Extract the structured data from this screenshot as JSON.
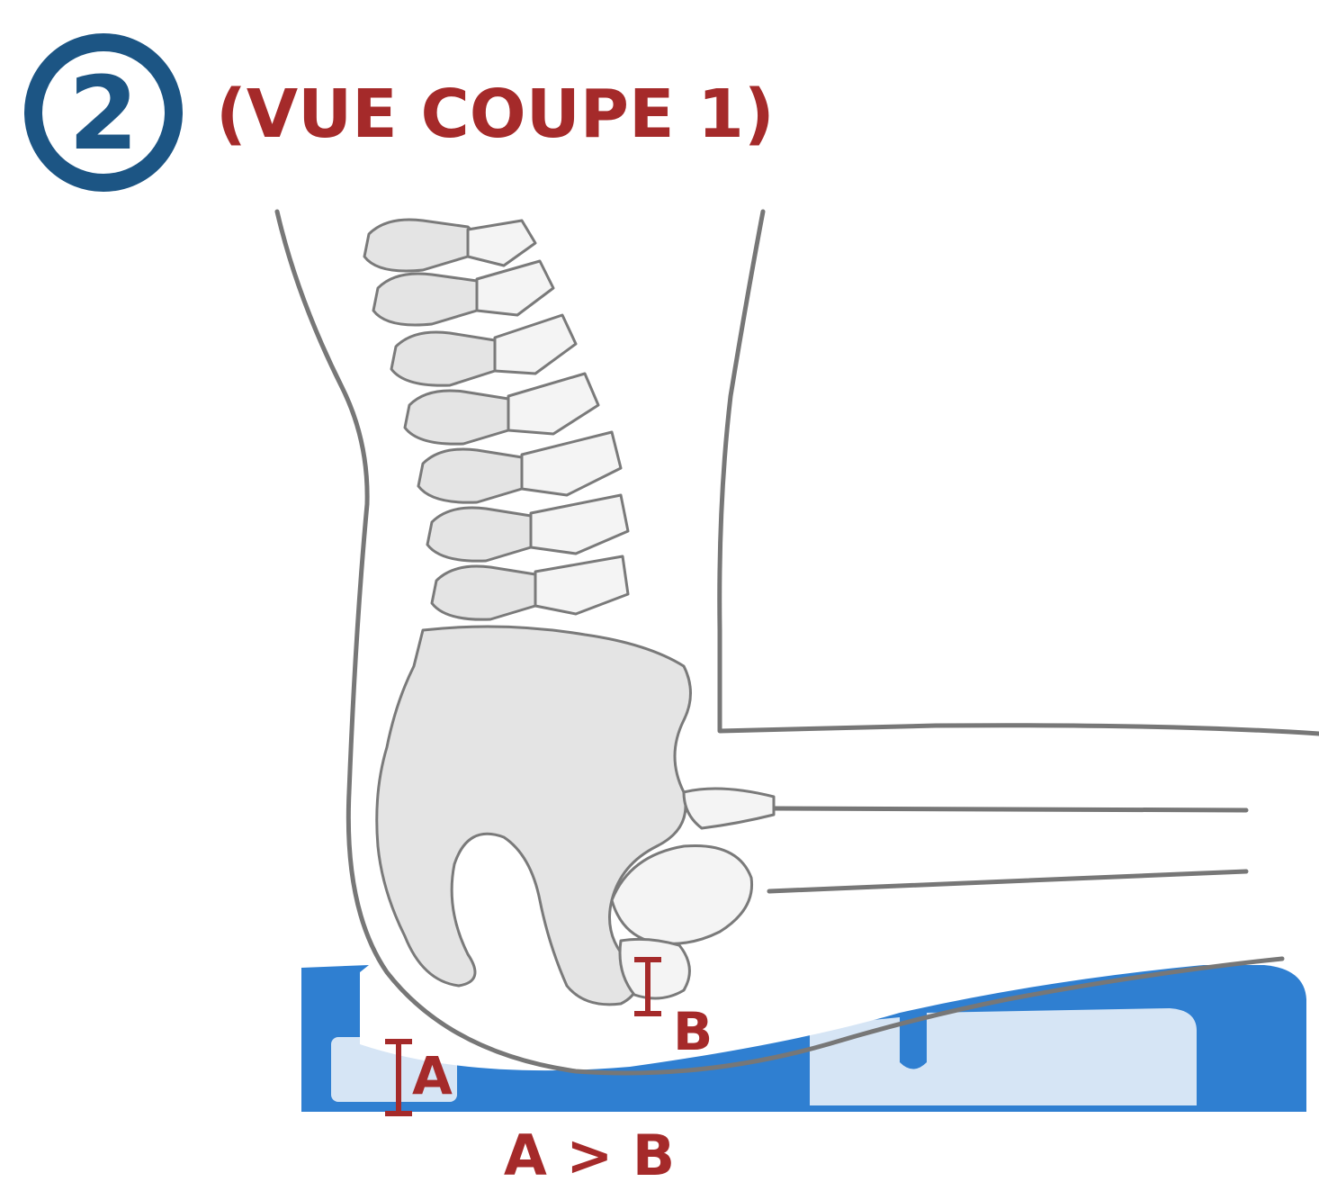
{
  "header": {
    "step_number": "2",
    "title": "(VUE COUPE 1)"
  },
  "labels": {
    "a": "A",
    "b": "B",
    "relation": "A > B"
  },
  "colors": {
    "step_circle": "#1c5584",
    "title_text": "#a52a2a",
    "cushion_blue": "#2f7fd1",
    "cushion_light": "#d6e5f5",
    "body_outline": "#777777",
    "bone_fill": "#e4e4e4"
  }
}
